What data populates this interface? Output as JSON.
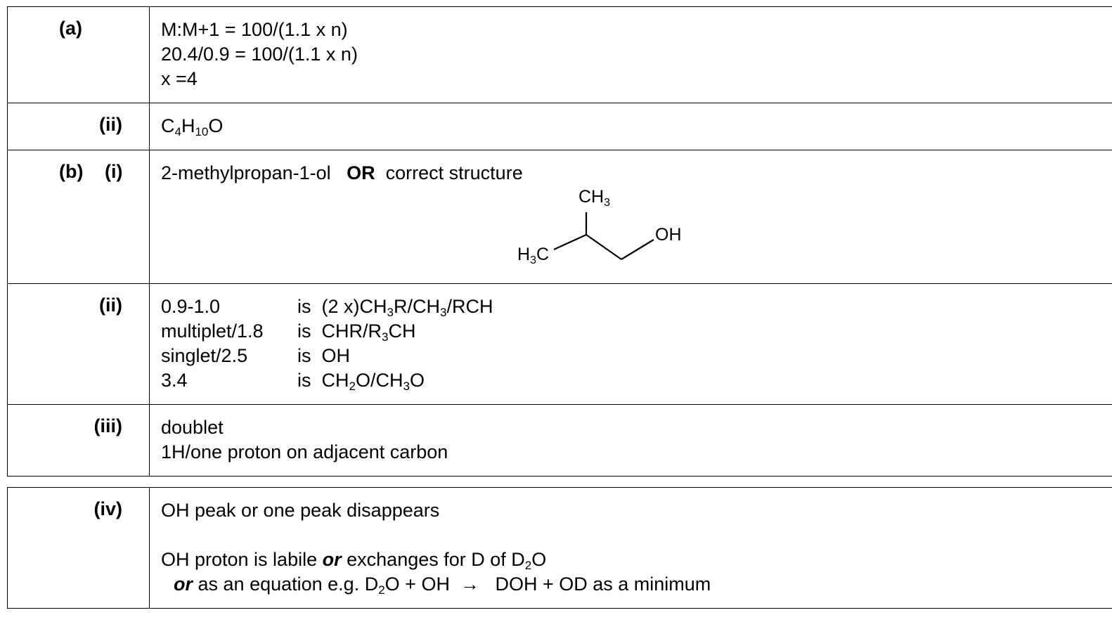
{
  "table1": {
    "row_a": {
      "label": "(a)",
      "lines": [
        "M:M+1 = 100/(1.1 x n)",
        "20.4/0.9 = 100/(1.1 x n)",
        "x =4"
      ]
    },
    "row_a_ii": {
      "label": "(ii)",
      "formula": {
        "c": "C",
        "c_n": "4",
        "h": "H",
        "h_n": "10",
        "o": "O"
      }
    },
    "row_b_i": {
      "label_b": "(b)",
      "label_i": "(i)",
      "text_name": "2-methylpropan-1-ol",
      "text_or": "OR",
      "text_rest": "correct structure",
      "structure": {
        "top_group": "CH",
        "top_sub": "3",
        "left_group_a": "H",
        "left_sub": "3",
        "left_group_b": "C",
        "right_group": "OH"
      }
    },
    "row_b_ii": {
      "label": "(ii)",
      "rows": [
        {
          "shift": "0.9-1.0",
          "is": "is",
          "parts": [
            "(2 x)CH",
            "3",
            "R/CH",
            "3",
            "/RCH"
          ]
        },
        {
          "shift": "multiplet/1.8",
          "is": "is",
          "parts": [
            "CHR/R",
            "3",
            "CH"
          ]
        },
        {
          "shift": "singlet/2.5",
          "is": "is",
          "parts": [
            "OH"
          ]
        },
        {
          "shift": "3.4",
          "is": "is",
          "parts": [
            "CH",
            "2",
            "O/CH",
            "3",
            "O"
          ]
        }
      ]
    },
    "row_b_iii": {
      "label": "(iii)",
      "lines": [
        "doublet",
        "1H/one proton on adjacent carbon"
      ]
    }
  },
  "table2": {
    "row_iv": {
      "label": "(iv)",
      "line1": "OH peak or one peak disappears",
      "line2_a": "OH proton is labile",
      "line2_or": "or",
      "line2_b": "exchanges for D of D",
      "line2_sub": "2",
      "line2_c": "O",
      "line3_or": "or",
      "line3_a": "as an equation e.g. D",
      "line3_sub": "2",
      "line3_b": "O +  OH",
      "line3_arrow": "→",
      "line3_c": "DOH  +  OD as a minimum"
    }
  }
}
